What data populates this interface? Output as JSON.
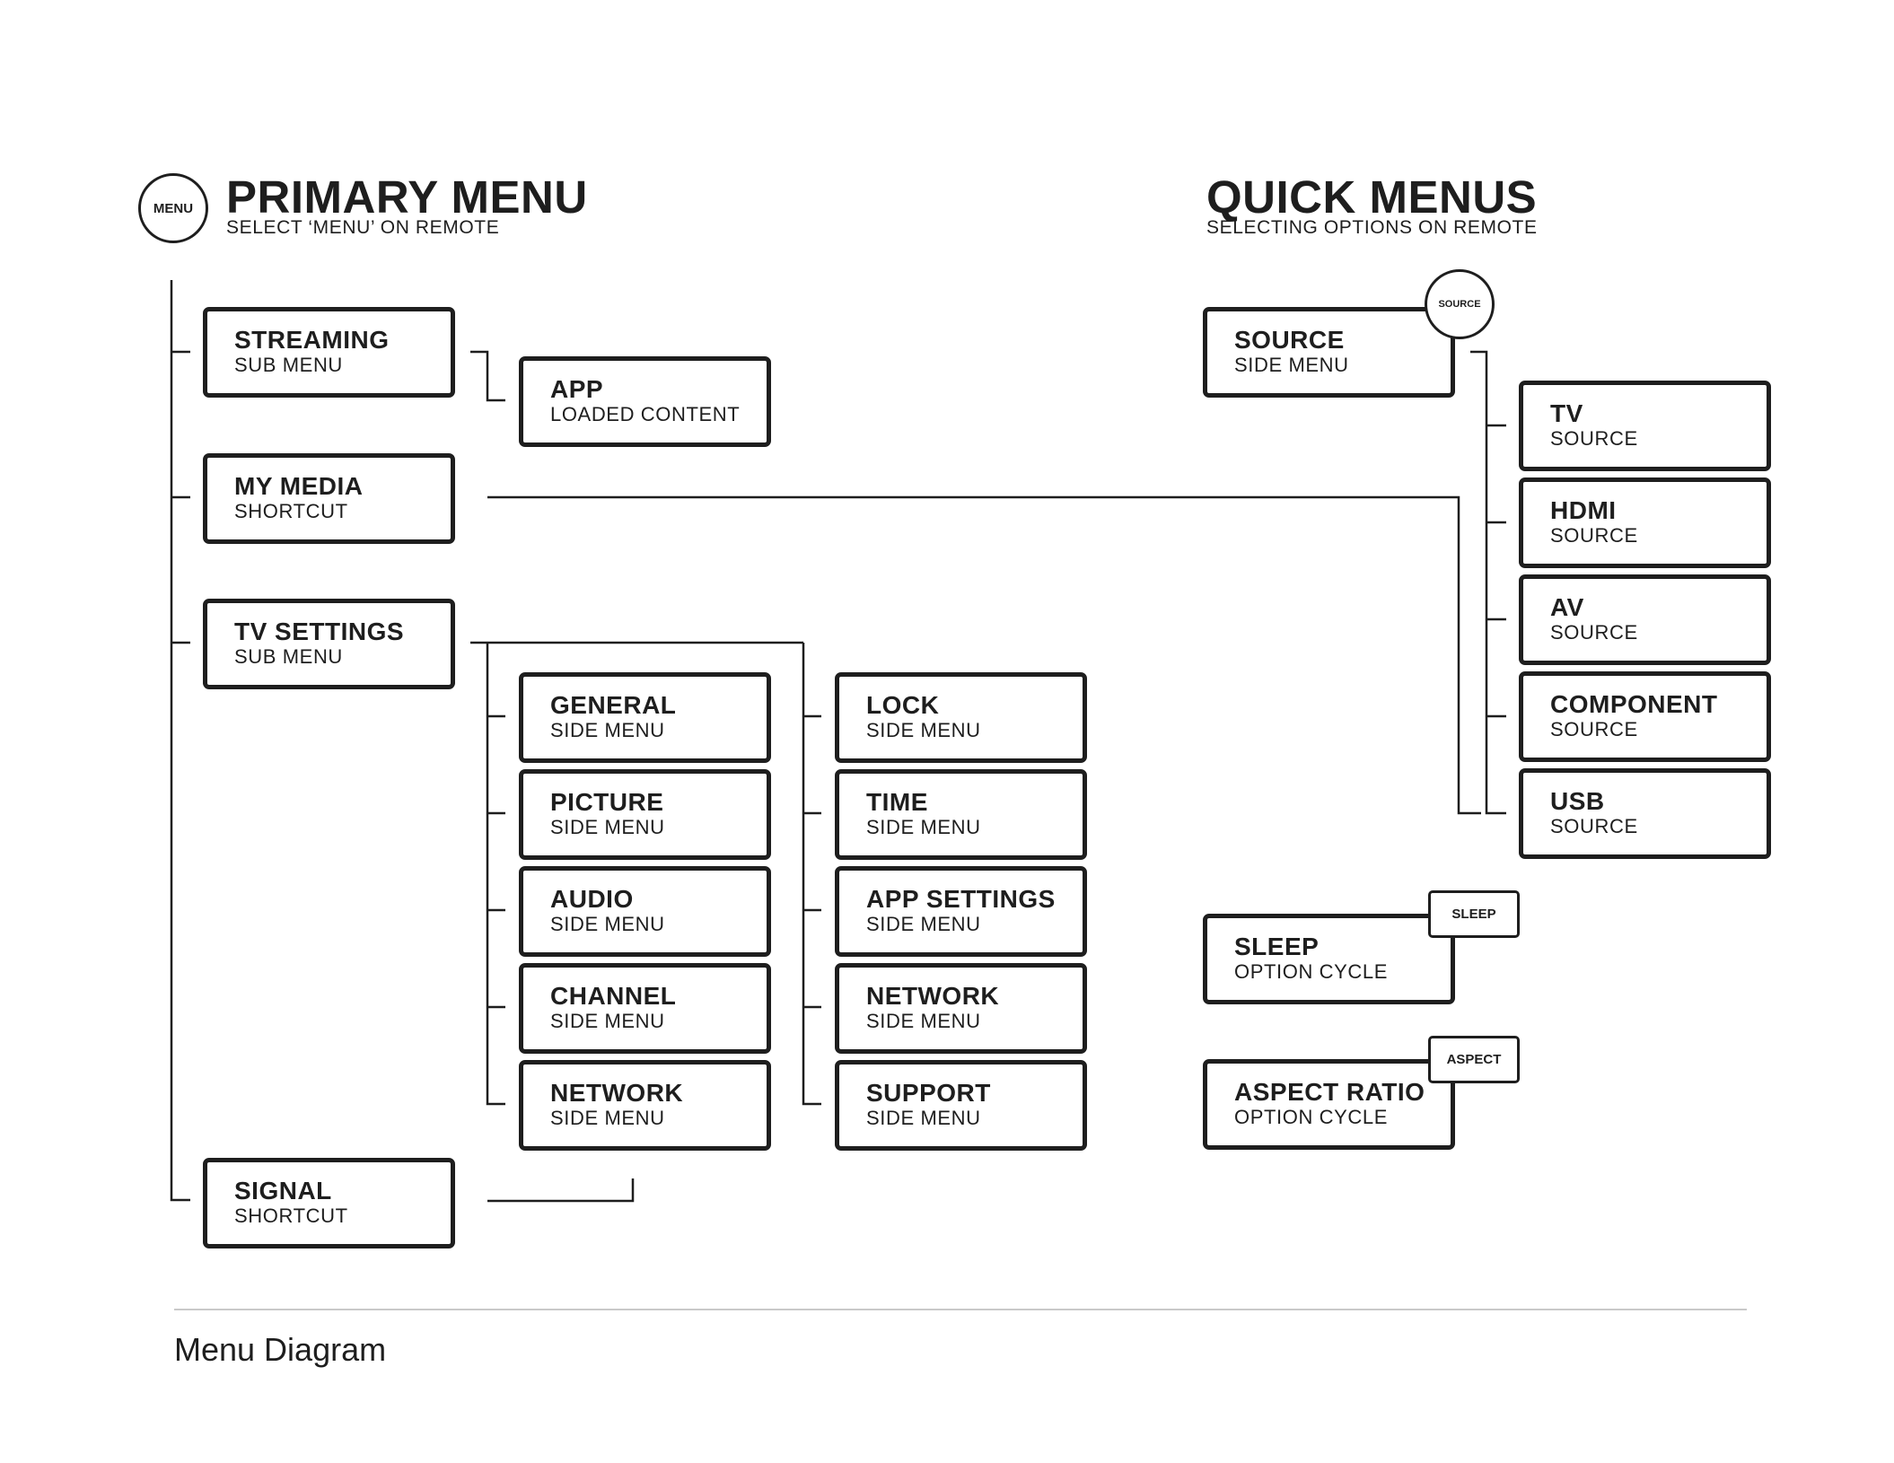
{
  "primary": {
    "button": "MENU",
    "title": "PRIMARY MENU",
    "subtitle": "SELECT ‘MENU’ ON REMOTE"
  },
  "quick": {
    "title": "QUICK MENUS",
    "subtitle": "SELECTING OPTIONS ON REMOTE",
    "source_button": "SOURCE",
    "sleep_button": "SLEEP",
    "aspect_button": "ASPECT"
  },
  "nodes": {
    "streaming": {
      "title": "STREAMING",
      "sub": "SUB MENU"
    },
    "app": {
      "title": "APP",
      "sub": "LOADED CONTENT"
    },
    "my_media": {
      "title": "MY MEDIA",
      "sub": "SHORTCUT"
    },
    "tv_settings": {
      "title": "TV SETTINGS",
      "sub": "SUB MENU"
    },
    "general": {
      "title": "GENERAL",
      "sub": "SIDE MENU"
    },
    "picture": {
      "title": "PICTURE",
      "sub": "SIDE MENU"
    },
    "audio": {
      "title": "AUDIO",
      "sub": "SIDE MENU"
    },
    "channel": {
      "title": "CHANNEL",
      "sub": "SIDE MENU"
    },
    "network1": {
      "title": "NETWORK",
      "sub": "SIDE MENU"
    },
    "lock": {
      "title": "LOCK",
      "sub": "SIDE MENU"
    },
    "time": {
      "title": "TIME",
      "sub": "SIDE MENU"
    },
    "app_settings": {
      "title": "APP SETTINGS",
      "sub": "SIDE MENU"
    },
    "network2": {
      "title": "NETWORK",
      "sub": "SIDE MENU"
    },
    "support": {
      "title": "SUPPORT",
      "sub": "SIDE MENU"
    },
    "signal": {
      "title": "SIGNAL",
      "sub": "SHORTCUT"
    },
    "source": {
      "title": "SOURCE",
      "sub": "SIDE MENU"
    },
    "tv": {
      "title": "TV",
      "sub": "SOURCE"
    },
    "hdmi": {
      "title": "HDMI",
      "sub": "SOURCE"
    },
    "av": {
      "title": "AV",
      "sub": "SOURCE"
    },
    "component": {
      "title": "COMPONENT",
      "sub": "SOURCE"
    },
    "usb": {
      "title": "USB",
      "sub": "SOURCE"
    },
    "sleep": {
      "title": "SLEEP",
      "sub": "OPTION CYCLE"
    },
    "aspect_ratio": {
      "title": "ASPECT RATIO",
      "sub": "OPTION CYCLE"
    }
  },
  "footer": "Menu Diagram",
  "colors": {
    "ink": "#1e1e1e",
    "rule": "#c9c9c9",
    "background": "#ffffff"
  }
}
